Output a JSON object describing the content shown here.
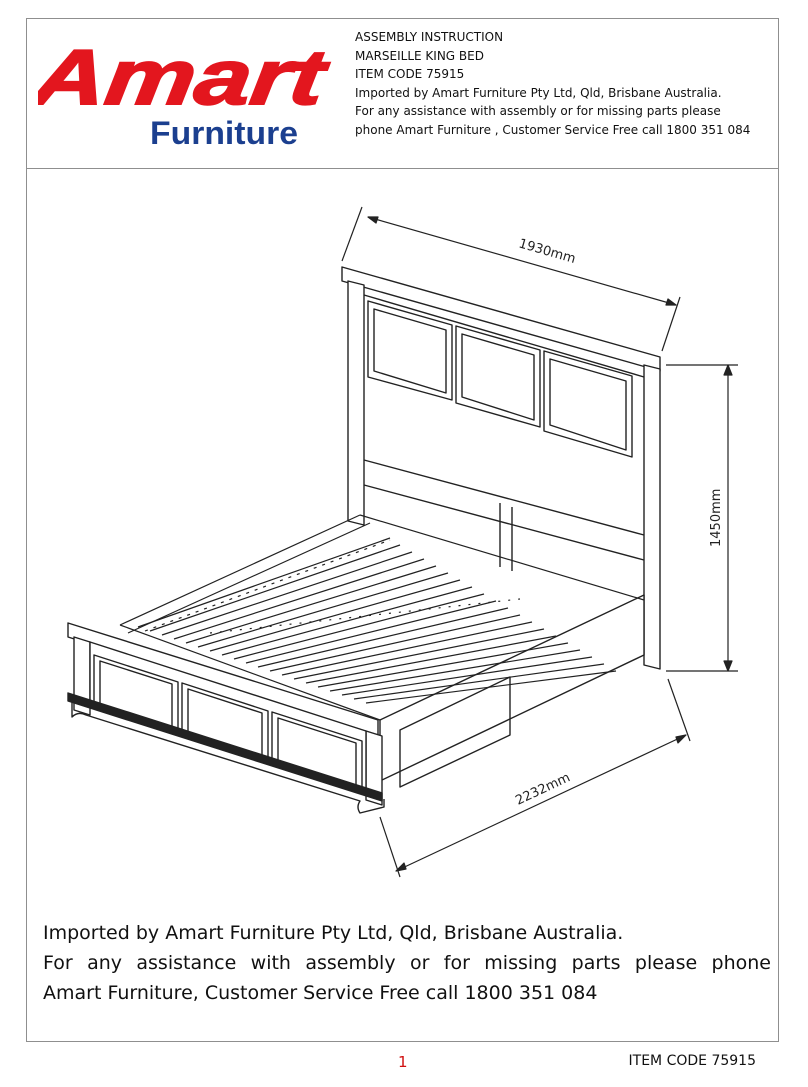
{
  "brand": {
    "logo_word": "Amart",
    "logo_sub": "Furniture",
    "primary_color": "#e3161e",
    "secondary_color": "#1b3f8f"
  },
  "header": {
    "lines": [
      "ASSEMBLY INSTRUCTION",
      "MARSEILLE  KING BED",
      "ITEM CODE  75915",
      "Imported by Amart Furniture Pty Ltd, Qld, Brisbane Australia.",
      "For any assistance with assembly or for missing parts please",
      "phone Amart Furniture , Customer Service Free call 1800 351 084"
    ]
  },
  "drawing": {
    "dimensions": {
      "width": "1930mm",
      "height": "1450mm",
      "length": "2232mm"
    }
  },
  "footer_note": {
    "line1": "Imported by Amart Furniture Pty Ltd, Qld, Brisbane Australia.",
    "line2": "For any assistance with assembly or for missing parts please phone",
    "line3": "Amart Furniture, Customer Service Free call 1800 351 084"
  },
  "page": {
    "number": "1",
    "item_code": "ITEM CODE 75915"
  }
}
